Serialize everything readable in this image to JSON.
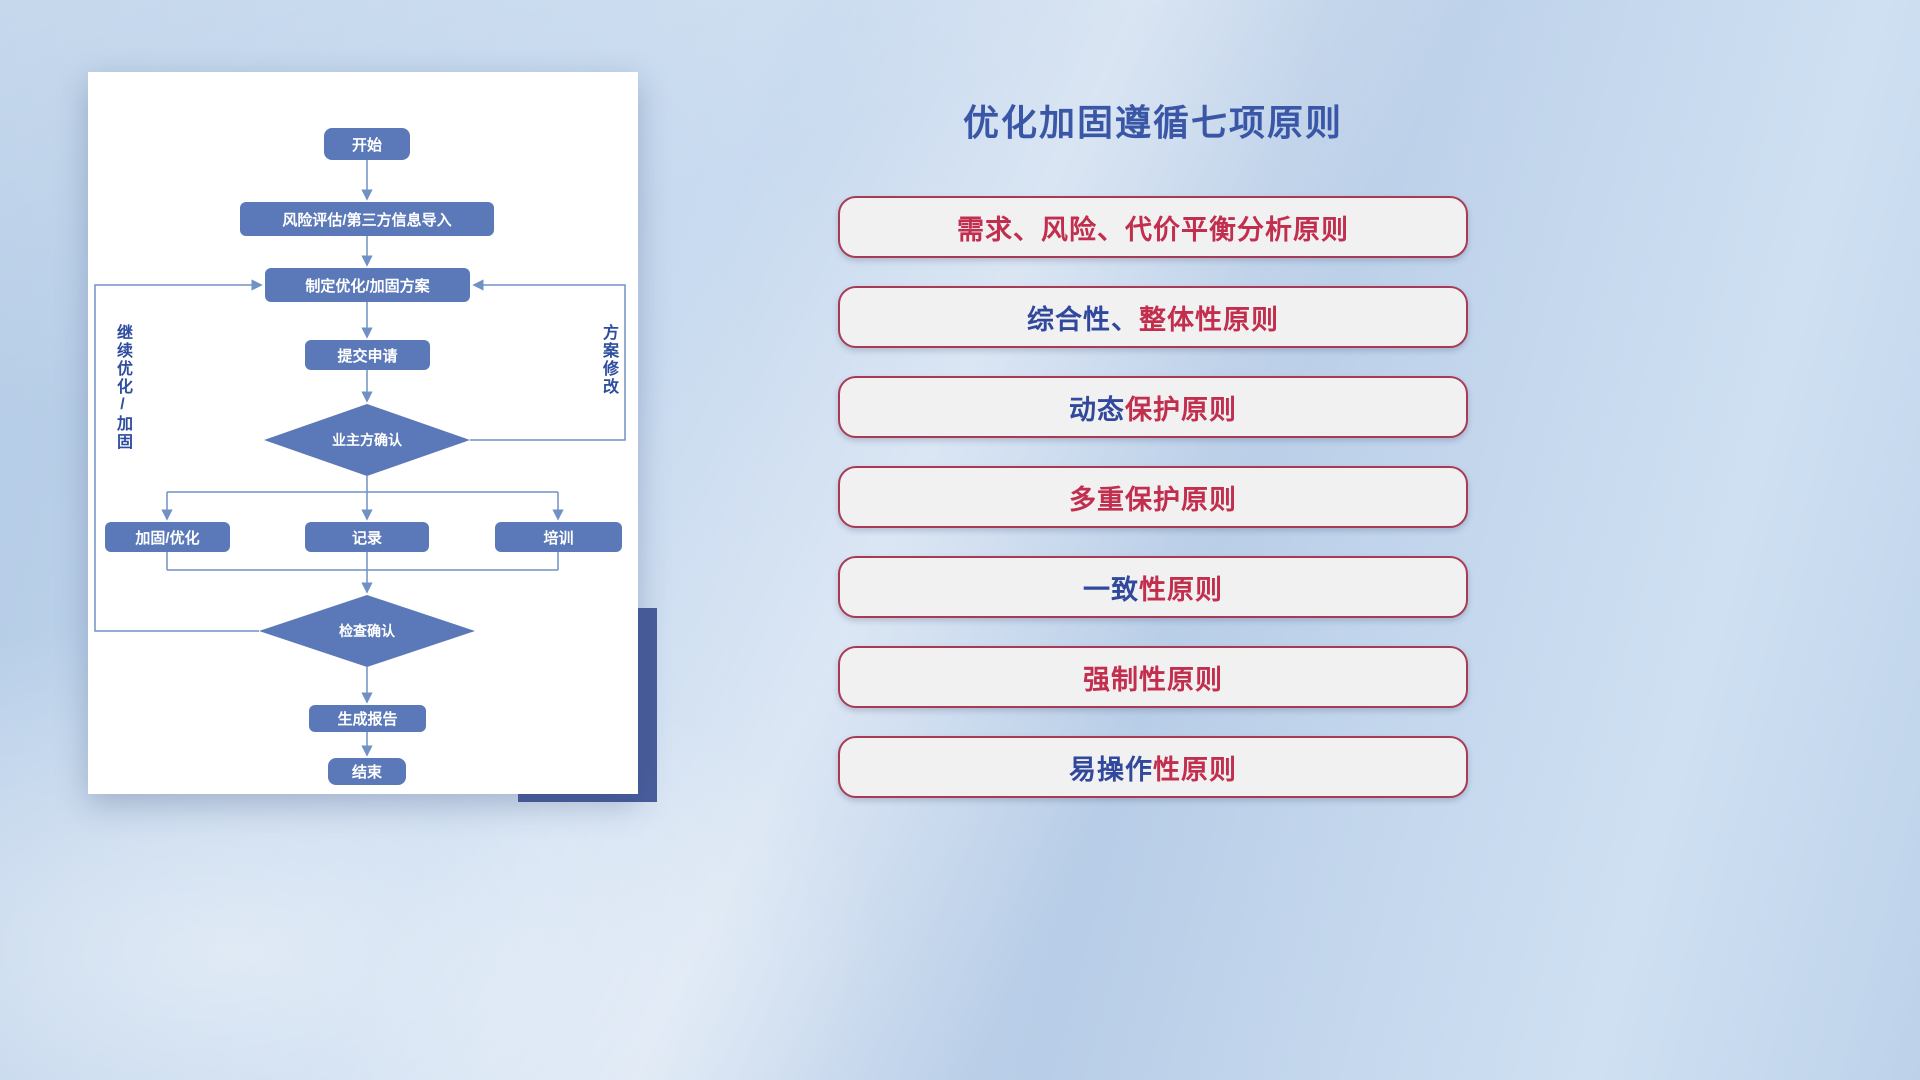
{
  "title": "优化加固遵循七项原则",
  "flowchart": {
    "nodes": {
      "start": "开始",
      "risk_import": "风险评估/第三方信息导入",
      "make_plan": "制定优化/加固方案",
      "submit": "提交申请",
      "owner_confirm": "业主方确认",
      "reinforce": "加固/优化",
      "record": "记录",
      "training": "培训",
      "check_confirm": "检查确认",
      "report": "生成报告",
      "end": "结束"
    },
    "labels": {
      "left_loop": "继续优化/加固",
      "right_loop": "方案修改"
    }
  },
  "principles": [
    {
      "segments": [
        {
          "text": "需求、风险、代价平衡分析原则",
          "color": "#c22e4d"
        }
      ]
    },
    {
      "segments": [
        {
          "text": "综合性、",
          "color": "#31499c"
        },
        {
          "text": "整体性原则",
          "color": "#c22e4d"
        }
      ]
    },
    {
      "segments": [
        {
          "text": "动态",
          "color": "#31499c"
        },
        {
          "text": "保护原则",
          "color": "#c22e4d"
        }
      ]
    },
    {
      "segments": [
        {
          "text": "多重保护原则",
          "color": "#c22e4d"
        }
      ]
    },
    {
      "segments": [
        {
          "text": "一致",
          "color": "#31499c"
        },
        {
          "text": "性原则",
          "color": "#c22e4d"
        }
      ]
    },
    {
      "segments": [
        {
          "text": "强制性原则",
          "color": "#c22e4d"
        }
      ]
    },
    {
      "segments": [
        {
          "text": "易操作",
          "color": "#31499c"
        },
        {
          "text": "性原则",
          "color": "#c22e4d"
        }
      ]
    }
  ],
  "colors": {
    "accent_blue": "#3a57a7",
    "node_fill": "#5b79b8",
    "node_text": "#ffffff",
    "connector": "#7191c5",
    "loop_label": "#2f4d9e",
    "box_border": "#a83a56",
    "box_bg": "#f2f1f2",
    "back_block": "#4a5e9d",
    "text_red": "#c22e4d",
    "text_blue": "#31499c"
  }
}
